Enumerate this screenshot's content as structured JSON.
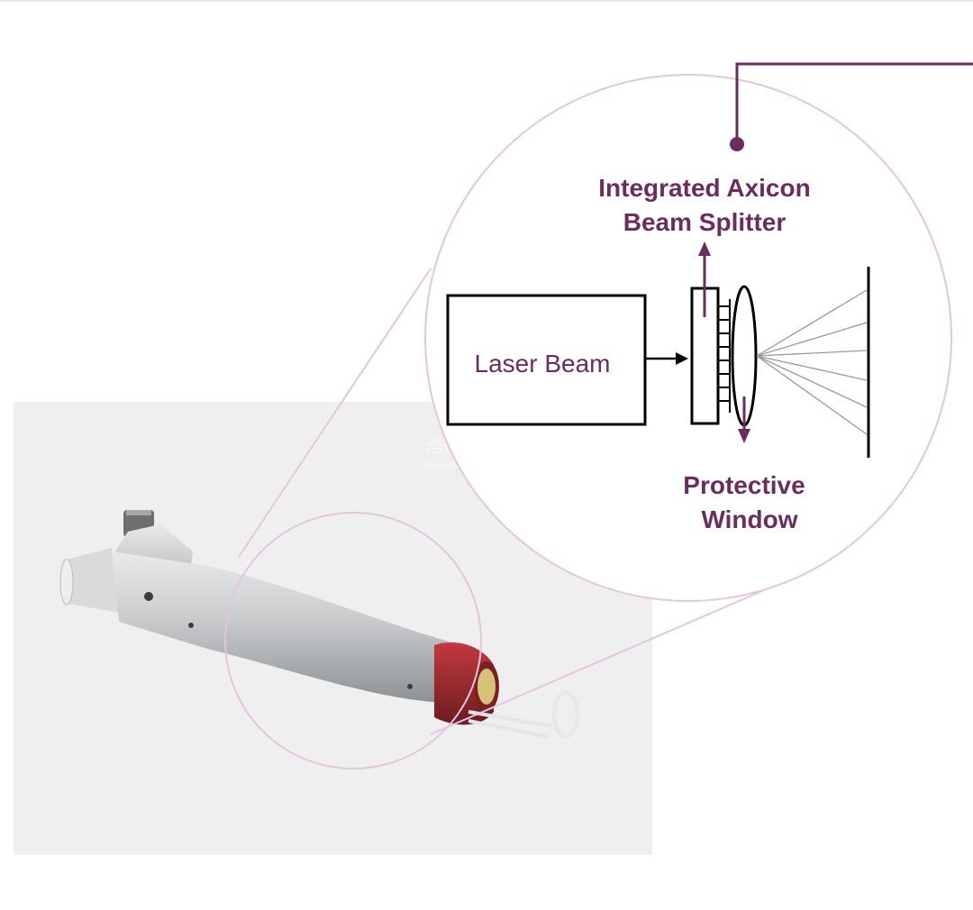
{
  "diagram": {
    "box_label": "Laser Beam",
    "splitter_label_line1": "Integrated Axicon",
    "splitter_label_line2": "Beam Splitter",
    "window_label_line1": "Protective",
    "window_label_line2": "Window",
    "watermark_line1": "浩翔如",
    "watermark_line2": "Haoxiangru"
  },
  "colors": {
    "accent": "#6b2d5e",
    "magnifier_stroke": "#e2c6e0",
    "photo_background": "#efefef",
    "handpiece_tip": "#9b2a2e",
    "handpiece_body": "#c8cacc"
  }
}
